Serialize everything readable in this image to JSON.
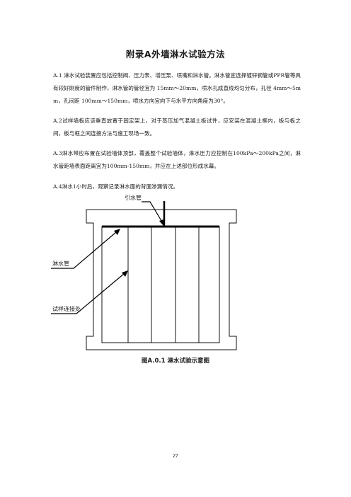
{
  "title": "附录A外墙淋水试验方法",
  "paragraphs": [
    "A.1 淋水试验装置应包括控制阀、压力表、增压泵、喷嘴和淋水管。淋水管宜选择镀锌钢管或PPR管等具有较好刚度的管件制作，淋水管的管径宜为 15mm～20mm，喷水孔成直线均匀分布，孔径 4mm～5mm，孔间距 100mm～150mm，喷水方向宜向下与水平方向角度为30°。",
    "A.2试样墙板应该垂直放置于固定架上，对于蒸压加气混凝土板试件，应安装在混凝土框内，板与板之间，板与框之间连接方法与施工现场一致。",
    "A.3淋水带应布置在试验墙体顶部，覆盖整个试验墙体，淋水压力应控制在100kPa～200kPa之间，淋水管距墙表面距离宜为100mm-150mm，并应在上述部位形成水幕。",
    "A.4淋水1小时后，观察记录淋水面的背面渗漏情况。"
  ],
  "diagram": {
    "label_inlet_pipe": "引水管",
    "label_spray_pipe": "淋水管",
    "label_joint": "试样连接处"
  },
  "caption": "图A.0.1 淋水试验示意图",
  "page_number": "27"
}
